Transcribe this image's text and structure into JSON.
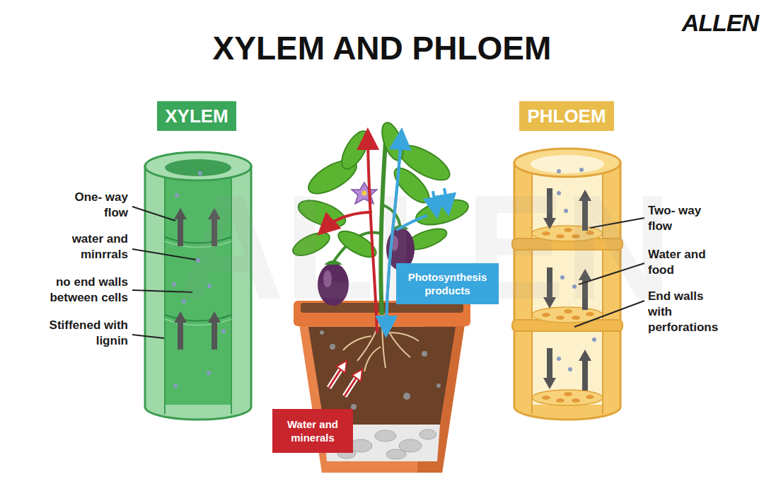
{
  "diagram": {
    "title": "XYLEM AND PHLOEM",
    "nodes": [
      {
        "text": [
          "XYLEM"
        ]
      },
      {
        "text": [
          "PHLOEM"
        ]
      },
      {
        "text": [
          "Photosynthesis products"
        ]
      },
      {
        "text": [
          "Water and minerals"
        ]
      }
    ],
    "labels": [
      "ALLEN",
      "ALLEN",
      "One- way flow",
      "water and minrrals",
      "no end walls between cells",
      "Stiffened with lignin",
      "Two- way flow",
      "Water and food",
      "End walls with perforations"
    ]
  }
}
